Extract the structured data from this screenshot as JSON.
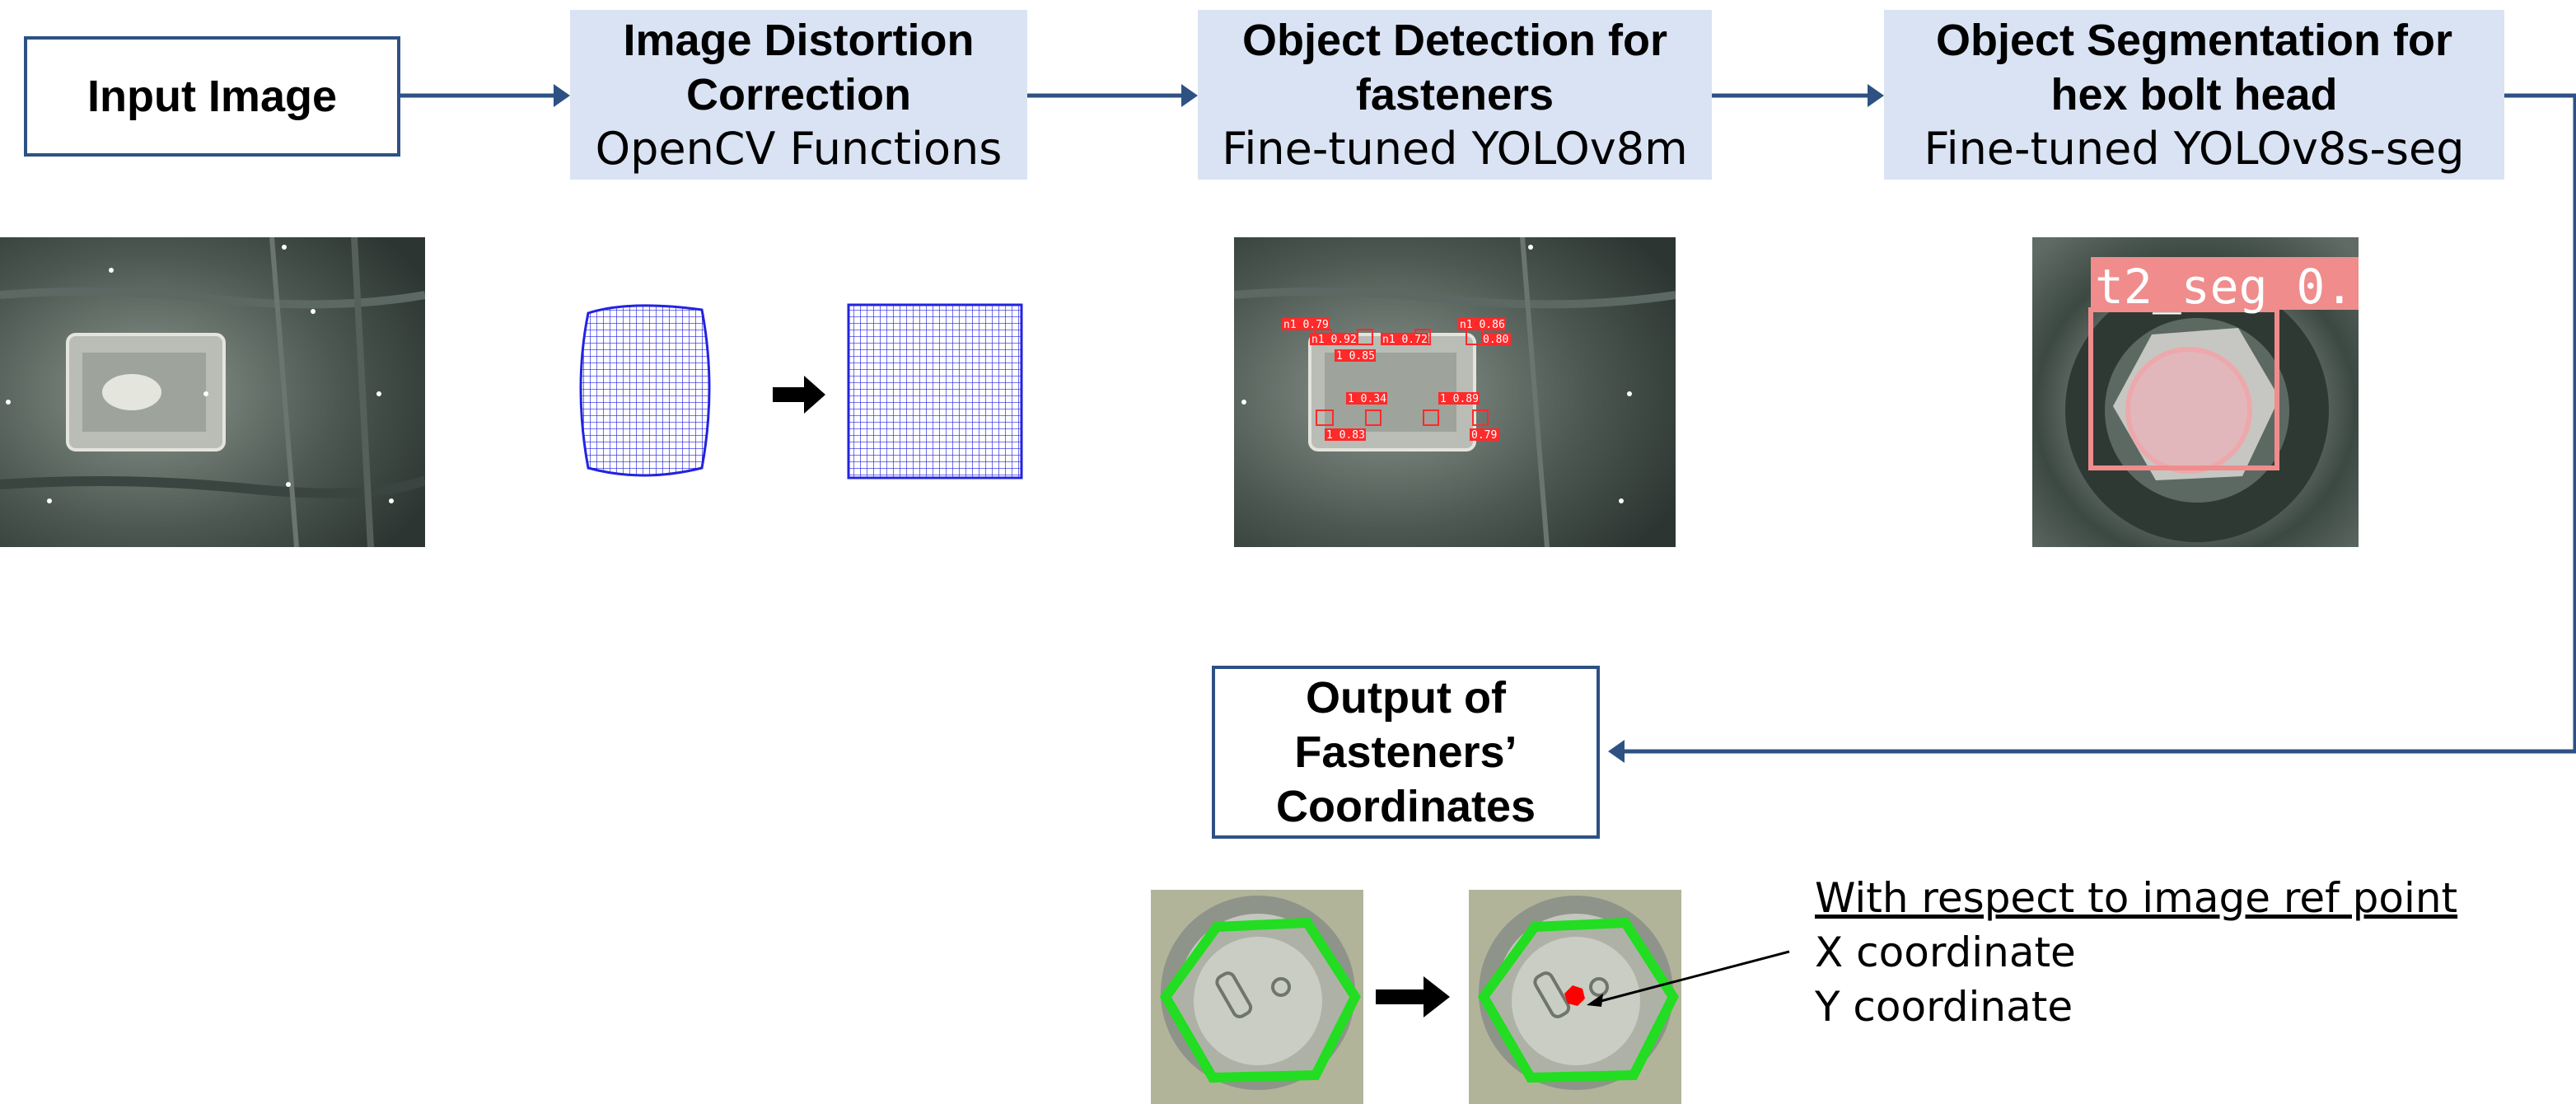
{
  "steps": {
    "input": {
      "title": "Input Image"
    },
    "distortion": {
      "title_1": "Image Distortion",
      "title_2": "Correction",
      "subtitle": "OpenCV Functions"
    },
    "detection": {
      "title_1": "Object Detection for",
      "title_2": "fasteners",
      "subtitle": "Fine-tuned YOLOv8m"
    },
    "segmentation": {
      "title_1": "Object Segmentation for",
      "title_2": "hex bolt head",
      "subtitle": "Fine-tuned YOLOv8s-seg"
    },
    "output": {
      "title_1": "Output of",
      "title_2": "Fasteners’",
      "title_3": "Coordinates"
    }
  },
  "segmentation_label": "t2_seg 0.",
  "detection_labels": [
    "n1 0.79",
    "n1 0.86",
    "n1 0.92",
    "n1 0.72",
    "0.80",
    "1 0.85",
    "1 0.34",
    "1 0.89",
    "1 0.83",
    "0.79"
  ],
  "coordinates_note": {
    "line_1": "With respect to image ref point",
    "line_2": "X coordinate",
    "line_3": "Y coordinate"
  },
  "colors": {
    "arrow": "#2e5184",
    "box_border": "#2e5184",
    "box_fill": "#dae3f3",
    "grid": "#2323e0",
    "detection": "#ff2a2a",
    "segmentation": "#f08c8c",
    "hexagon": "#22dd22",
    "centroid": "#ff0000"
  },
  "icons": [
    "right-arrow-icon"
  ]
}
